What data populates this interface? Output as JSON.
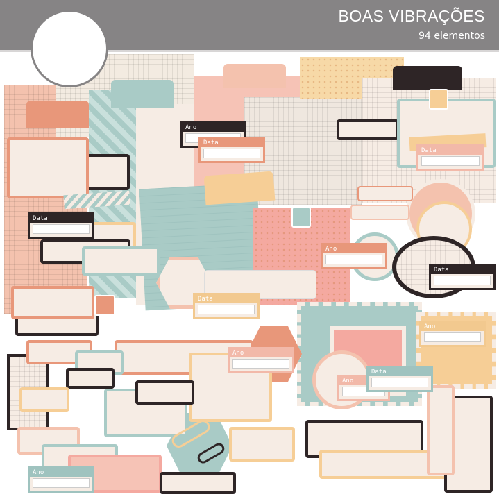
{
  "header": {
    "title": "BOAS VIBRAÇÕES",
    "subtitle": "94 elementos"
  },
  "tags": [
    {
      "label": "Ano",
      "color": "#2e2526"
    },
    {
      "label": "Data",
      "color": "#e8977a"
    },
    {
      "label": "Data",
      "color": "#f2b9a9"
    },
    {
      "label": "Data",
      "color": "#2e2526"
    },
    {
      "label": "Ano",
      "color": "#e8977a"
    },
    {
      "label": "Data",
      "color": "#2e2526"
    },
    {
      "label": "Data",
      "color": "#f2c98f"
    },
    {
      "label": "Ano",
      "color": "#f2c98f"
    },
    {
      "label": "Ano",
      "color": "#f2b9a9"
    },
    {
      "label": "Ano",
      "color": "#f2b9a9"
    },
    {
      "label": "Data",
      "color": "#9fc3bf"
    },
    {
      "label": "Ano",
      "color": "#9fc3bf"
    }
  ]
}
